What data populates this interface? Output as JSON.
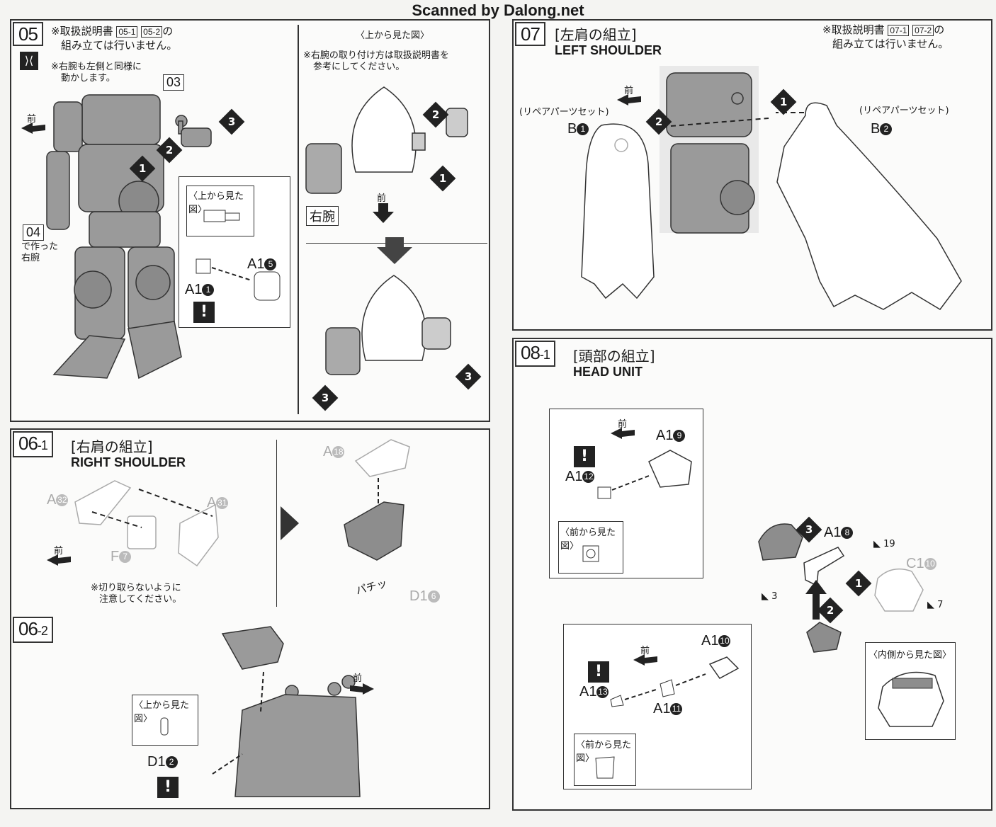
{
  "watermark": "Scanned by Dalong.net",
  "step05": {
    "number": "05",
    "note_line1": "※取扱説明書",
    "ref1": "05-1",
    "ref2": "05-2",
    "note_suffix": "の",
    "note_line2": "組み立ては行いません。",
    "sub_note_line1": "※右腕も左側と同様に",
    "sub_note_line2": "動かします。",
    "tag_03": "03",
    "tag_04": "04",
    "made_line1": "で作った",
    "made_line2": "右腕",
    "front": "前",
    "view_top": "〈上から見た図〉",
    "part_a1_5": "A1",
    "part_a1_5_num": "5",
    "part_a1_1": "A1",
    "part_a1_1_num": "1",
    "right_view_top": "〈上から見た図〉",
    "right_note_line1": "※右腕の取り付け方は取扱説明書を",
    "right_note_line2": "参考にしてください。",
    "right_arm_label": "右腕",
    "right_front": "前",
    "steps": [
      "1",
      "2",
      "3"
    ]
  },
  "step06_1": {
    "number": "06",
    "sub": "-1",
    "title_jp": "[右肩の組立]",
    "title_en": "RIGHT SHOULDER",
    "part_a32": "A",
    "part_a32_num": "32",
    "part_a31": "A",
    "part_a31_num": "31",
    "part_f7": "F",
    "part_f7_num": "7",
    "front": "前",
    "cut_note_line1": "※切り取らないように",
    "cut_note_line2": "注意してください。",
    "part_a18": "A",
    "part_a18_num": "18",
    "part_d16": "D1",
    "part_d16_num": "6",
    "snap": "パチッ"
  },
  "step06_2": {
    "number": "06",
    "sub": "-2",
    "view_top": "〈上から見た図〉",
    "part_d12": "D1",
    "part_d12_num": "2",
    "front": "前"
  },
  "step07": {
    "number": "07",
    "title_jp": "[左肩の組立]",
    "title_en": "LEFT SHOULDER",
    "note_line1": "※取扱説明書",
    "ref1": "07-1",
    "ref2": "07-2",
    "note_suffix": "の",
    "note_line2": "組み立ては行いません。",
    "repair_left": "(リペアパーツセット)",
    "repair_right": "(リペアパーツセット)",
    "part_b1": "B",
    "part_b1_num": "1",
    "part_b2": "B",
    "part_b2_num": "2",
    "front": "前",
    "steps": [
      "1",
      "2"
    ]
  },
  "step08_1": {
    "number": "08",
    "sub": "-1",
    "title_jp": "[頭部の組立]",
    "title_en": "HEAD UNIT",
    "front_top": "前",
    "part_a19": "A1",
    "part_a19_num": "9",
    "part_a112": "A1",
    "part_a112_num": "12",
    "view_front1": "〈前から見た図〉",
    "part_a18": "A1",
    "part_a18_num": "8",
    "part_c110": "C1",
    "part_c110_num": "10",
    "seal_19": "19",
    "seal_3": "3",
    "seal_7": "7",
    "front_bottom": "前",
    "part_a110": "A1",
    "part_a110_num": "10",
    "part_a113": "A1",
    "part_a113_num": "13",
    "part_a111": "A1",
    "part_a111_num": "11",
    "view_front2": "〈前から見た図〉",
    "view_inside": "〈内側から見た図〉",
    "steps": [
      "1",
      "2",
      "3"
    ]
  }
}
